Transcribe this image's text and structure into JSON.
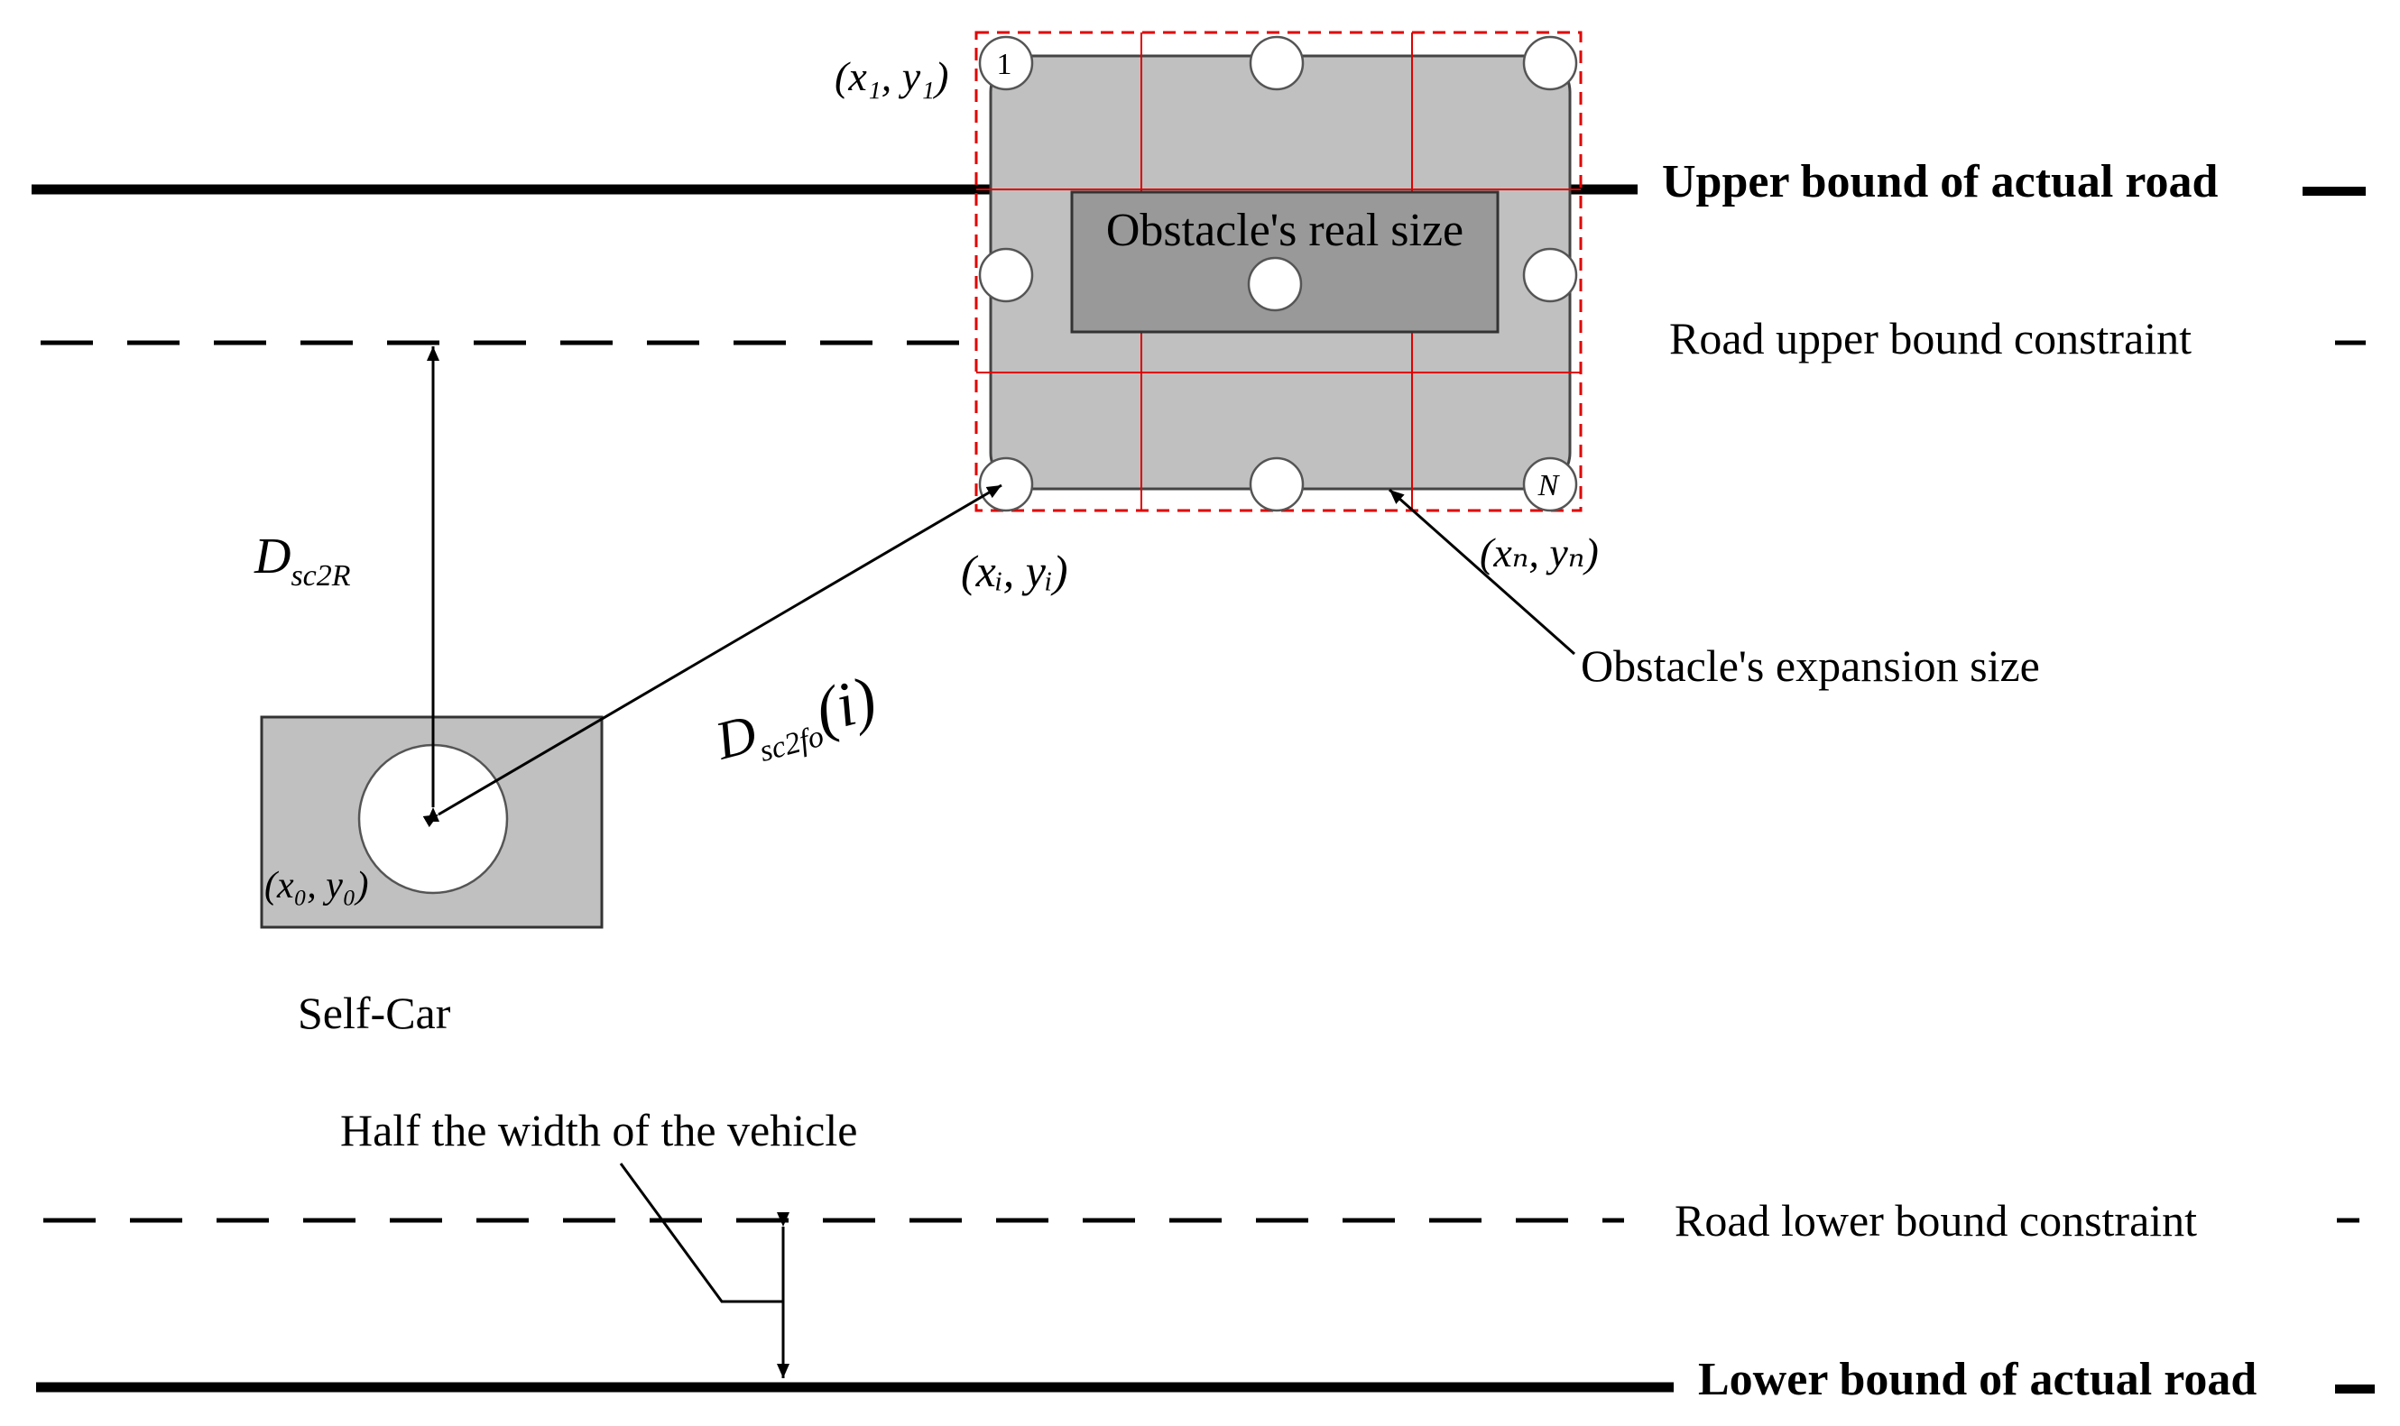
{
  "labels": {
    "upper_actual": "Upper bound of actual road",
    "upper_constraint": "Road upper bound constraint",
    "lower_constraint": "Road lower bound constraint",
    "lower_actual": "Lower bound of actual road",
    "obstacle_real": "Obstacle's real size",
    "obstacle_expansion": "Obstacle's expansion size",
    "self_car": "Self-Car",
    "half_width": "Half the width of the vehicle"
  },
  "math": {
    "p1": "(x₁, y₁)",
    "pi": "(xᵢ, yᵢ)",
    "pn": "(xₙ, yₙ)",
    "p0": "(x₀, y₀)",
    "d_sc2r": "D",
    "d_sc2r_sub": "sc2R",
    "d_sc2fo": "D",
    "d_sc2fo_sub": "sc2fo",
    "d_sc2fo_arg": "(i)"
  },
  "circle_labels": {
    "first": "1",
    "last": "N"
  },
  "colors": {
    "expansion_fill": "#c0c0c0",
    "real_fill": "#999999",
    "grid_red": "#e00000",
    "line": "#000000"
  }
}
